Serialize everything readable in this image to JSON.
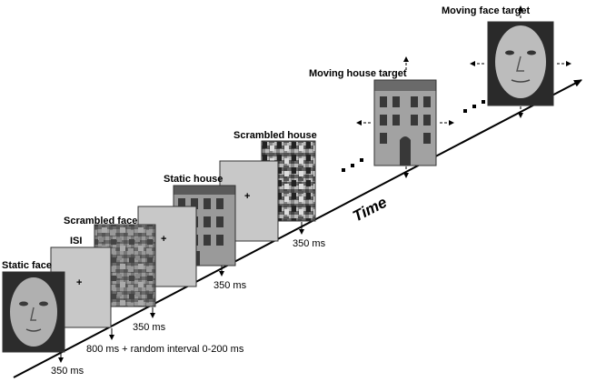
{
  "labels": {
    "static_face": "Static face",
    "isi": "ISI",
    "scrambled_face": "Scrambled face",
    "static_house": "Static house",
    "scrambled_house": "Scrambled house",
    "moving_house_target": "Moving house target",
    "moving_face_target": "Moving face target",
    "time_axis": "Time"
  },
  "durations": {
    "static_face": "350 ms",
    "isi": "800 ms + random interval 0-200 ms",
    "scrambled_face": "350 ms",
    "static_house": "350 ms",
    "scrambled_house": "350 ms"
  },
  "fixation_symbol": "+",
  "colors": {
    "gray_panel": "#c8c8c8",
    "ink": "#000000"
  }
}
